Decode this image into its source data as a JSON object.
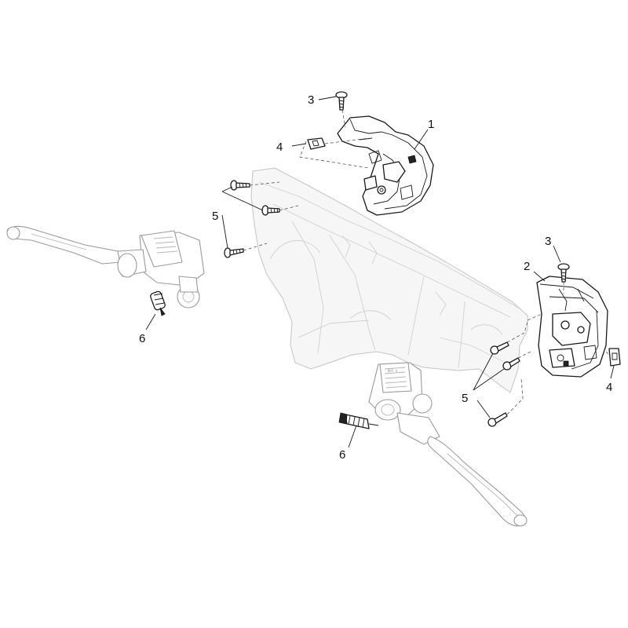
{
  "callouts": {
    "c1": "1",
    "c2": "2",
    "c3a": "3",
    "c3b": "3",
    "c4a": "4",
    "c4b": "4",
    "c5a": "5",
    "c5b": "5",
    "c6a": "6",
    "c6b": "6"
  }
}
